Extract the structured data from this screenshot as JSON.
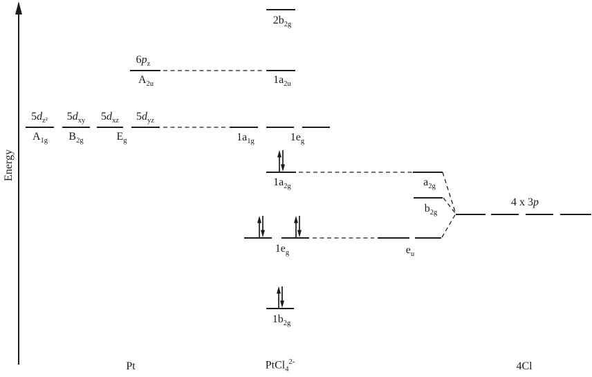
{
  "axis": {
    "label": "Energy"
  },
  "pt_orbitals": {
    "d_z2": {
      "num": "5",
      "letter": "d",
      "sub": "z²"
    },
    "d_xy": {
      "num": "5",
      "letter": "d",
      "sub": "xy"
    },
    "d_xz": {
      "num": "5",
      "letter": "d",
      "sub": "xz"
    },
    "d_yz": {
      "num": "5",
      "letter": "d",
      "sub": "yz"
    },
    "sym_a1g": {
      "base": "A",
      "sub": "1g"
    },
    "sym_b2g": {
      "base": "B",
      "sub": "2g"
    },
    "sym_eg": {
      "base": "E",
      "sub": "g"
    },
    "p_z": {
      "num": "6",
      "letter": "p",
      "sub": "z"
    },
    "sym_a2u": {
      "base": "A",
      "sub": "2u"
    }
  },
  "mo_levels": {
    "mo_2b2g": {
      "base": "2b",
      "sub": "2g",
      "electron_pairs": 0
    },
    "mo_1a2u": {
      "base": "1a",
      "sub": "2u",
      "electron_pairs": 0
    },
    "mo_1a1g": {
      "base": "1a",
      "sub": "1g",
      "electron_pairs": 0
    },
    "mo_1eg_upper": {
      "base": "1e",
      "sub": "g",
      "electron_pairs": 0,
      "degeneracy": 2
    },
    "mo_1a2g": {
      "base": "1a",
      "sub": "2g",
      "electron_pairs": 1
    },
    "mo_1eg_lower": {
      "base": "1e",
      "sub": "g",
      "electron_pairs": 2,
      "degeneracy": 2
    },
    "mo_1b2g": {
      "base": "1b",
      "sub": "2g",
      "electron_pairs": 1
    }
  },
  "cl_orbitals": {
    "a2g": {
      "base": "a",
      "sub": "2g"
    },
    "b2g": {
      "base": "b",
      "sub": "2g"
    },
    "eu": {
      "base": "e",
      "sub": "u",
      "degeneracy": 2
    },
    "p_group": {
      "pre": "4 x 3",
      "letter": "p",
      "degeneracy": 4
    }
  },
  "footers": {
    "pt": "Pt",
    "complex": {
      "base": "PtCl",
      "sub": "4",
      "sup": "2-"
    },
    "cl": "4Cl"
  },
  "colors": {
    "ink": "#1c1c1c",
    "background": "#ffffff"
  }
}
